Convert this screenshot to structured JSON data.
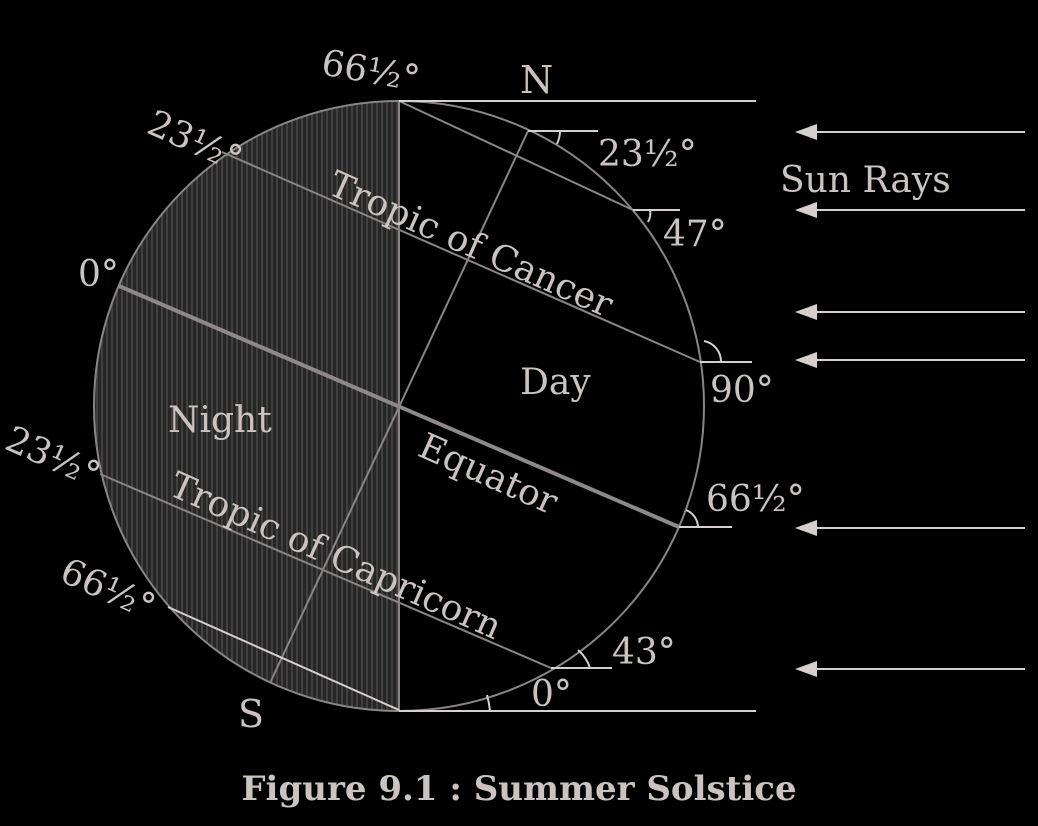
{
  "diagram": {
    "title": "Figure 9.1 : Summer Solstice",
    "labels": {
      "north": "N",
      "south": "S",
      "sun_rays": "Sun Rays",
      "day": "Day",
      "night": "Night",
      "tropic_cancer": "Tropic of Cancer",
      "tropic_capricorn": "Tropic of Capricorn",
      "equator": "Equator"
    },
    "left_latitudes": [
      "66½°",
      "23½°",
      "0°",
      "23½°",
      "66½°"
    ],
    "right_angles": [
      "23½°",
      "47°",
      "90°",
      "66½°",
      "43°",
      "0°"
    ]
  },
  "colors": {
    "background": "#000000",
    "line": "#8a8584",
    "text": "#cbc3c0",
    "night_hatch": "#3a3a3a"
  }
}
